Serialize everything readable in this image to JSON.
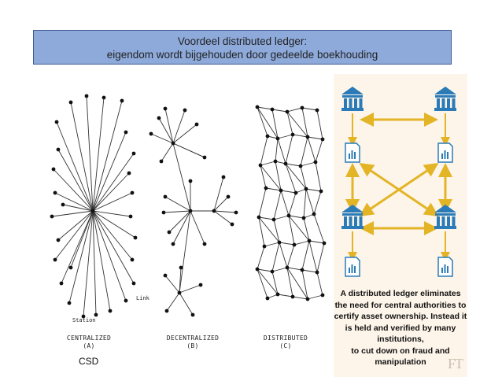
{
  "slide": {
    "title_line1": "Voordeel distributed ledger:",
    "title_line2": "eigendom wordt bijgehouden door gedeelde boekhouding",
    "footer_label": "CSD"
  },
  "networks": {
    "centralized": {
      "name": "CENTRALIZED",
      "letter": "(A)"
    },
    "decentralized": {
      "name": "DECENTRALIZED",
      "letter": "(B)"
    },
    "distributed": {
      "name": "DISTRIBUTED",
      "letter": "(C)"
    },
    "link_label": "Link",
    "station_label": "Station"
  },
  "ft_graphic": {
    "caption_lines": [
      "A distributed ledger eliminates",
      "the need for central authorities to",
      "certify asset ownership. Instead it",
      "is held and verified by many institutions,",
      "to cut down on fraud and manipulation"
    ],
    "watermark": "FT",
    "colors": {
      "bank": "#2a7bb8",
      "arrow": "#e3b425",
      "background": "#fdf5ea"
    }
  }
}
